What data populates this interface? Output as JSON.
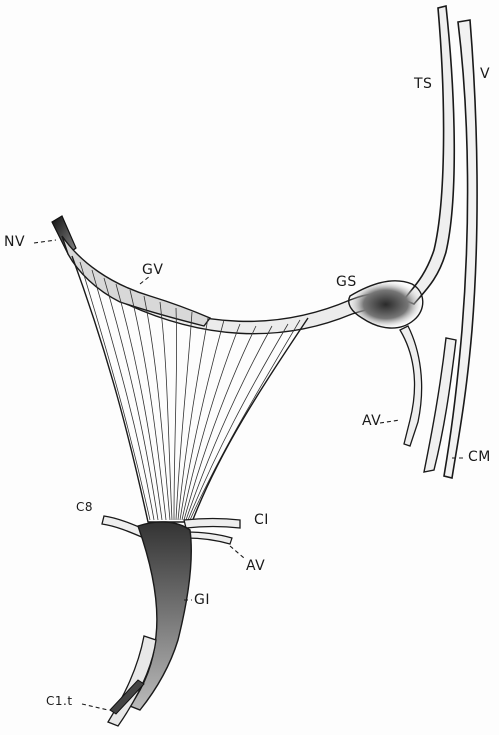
{
  "labels": {
    "nv": "NV",
    "gv": "GV",
    "gs": "GS",
    "ts": "TS",
    "v": "V",
    "av_upper": "AV",
    "cm": "CM",
    "c8": "C8",
    "ci": "CI",
    "av_lower": "AV",
    "gi": "GI",
    "c1t": "C1.t"
  },
  "colors": {
    "ink": "#1a1a1a",
    "stipple": "#555555",
    "paper": "#fdfdfd"
  }
}
